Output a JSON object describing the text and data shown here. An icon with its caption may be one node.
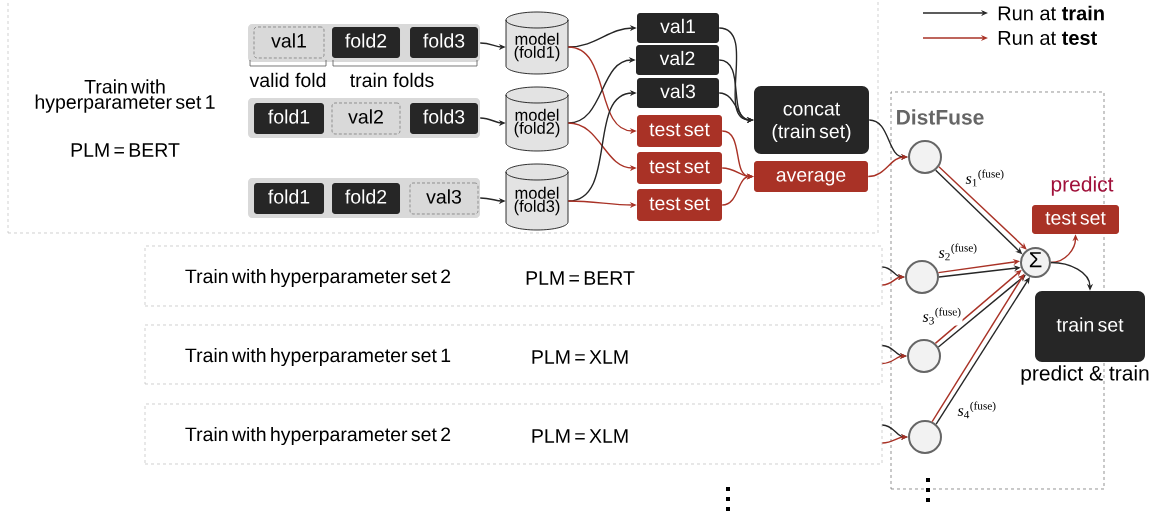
{
  "diagram": {
    "nodes": [
      {
        "text": [
          "Train with hyperparameter set 1",
          "PLM = BERT"
        ]
      },
      {
        "text": [],
        "shape": "box",
        "in": 0
      },
      {
        "text": [
          "val1"
        ],
        "in": 1
      },
      {
        "text": [
          "fold2"
        ],
        "in": 1
      },
      {
        "text": [
          "fold3"
        ],
        "in": 1
      },
      {
        "text": [],
        "shape": "box",
        "in": 0
      },
      {
        "text": [
          "fold1"
        ],
        "in": 5
      },
      {
        "text": [
          "val2"
        ],
        "in": 5
      },
      {
        "text": [
          "fold3"
        ],
        "in": 5
      },
      {
        "text": [],
        "shape": "box",
        "in": 0
      },
      {
        "text": [
          "fold1"
        ],
        "in": 9
      },
      {
        "text": [
          "fold2"
        ],
        "in": 9
      },
      {
        "text": [
          "val3"
        ],
        "in": 9
      },
      {
        "text": [
          "model (fold1)"
        ],
        "in": 0
      },
      {
        "text": [
          "model (fold2)"
        ],
        "in": 0
      },
      {
        "text": [
          "model (fold3)"
        ],
        "in": 0
      },
      {
        "text": [
          "val1"
        ],
        "in": 0
      },
      {
        "text": [
          "val2"
        ],
        "in": 0
      },
      {
        "text": [
          "val3"
        ],
        "in": 0
      },
      {
        "text": [
          "test set"
        ],
        "in": 0
      },
      {
        "text": [
          "test set"
        ],
        "in": 0
      },
      {
        "text": [
          "test set"
        ],
        "in": 0
      },
      {
        "text": [
          "concat (train set)"
        ],
        "in": 0
      },
      {
        "text": [
          "average"
        ],
        "in": 0
      },
      {
        "text": [
          "Train with hyperparameter set 2",
          "PLM = BERT"
        ]
      },
      {
        "text": [
          "Train with hyperparameter set 1",
          "PLM = XLM"
        ]
      },
      {
        "text": [
          "Train with hyperparameter set 2",
          "PLM = XLM"
        ]
      },
      {
        "text": [
          "DistFuse"
        ]
      },
      {
        "text": [],
        "shape": "circle",
        "in": 27
      },
      {
        "text": [],
        "shape": "circle",
        "in": 27
      },
      {
        "text": [],
        "shape": "circle",
        "in": 27
      },
      {
        "text": [],
        "shape": "circle",
        "in": 27
      },
      {
        "text": [
          "Σ"
        ],
        "in": 27
      },
      {
        "text": [
          "test set"
        ],
        "beside": [
          "predict"
        ]
      },
      {
        "text": [
          "train set"
        ],
        "beside": [
          "predict & train"
        ]
      }
    ],
    "edges": [
      {
        "from": 1,
        "to": 13,
        "arrow": "to"
      },
      {
        "from": 5,
        "to": 14,
        "arrow": "to"
      },
      {
        "from": 9,
        "to": 15,
        "arrow": "to"
      },
      {
        "from": 13,
        "to": 16,
        "arrow": "to"
      },
      {
        "from": 13,
        "to": 19,
        "arrow": "to",
        "color": "#a93226"
      },
      {
        "from": 14,
        "to": 17,
        "arrow": "to"
      },
      {
        "from": 14,
        "to": 20,
        "arrow": "to",
        "color": "#a93226"
      },
      {
        "from": 15,
        "to": 18,
        "arrow": "to"
      },
      {
        "from": 15,
        "to": 21,
        "arrow": "to",
        "color": "#a93226"
      },
      {
        "from": 16,
        "to": 22,
        "arrow": "to"
      },
      {
        "from": 17,
        "to": 22,
        "arrow": "to"
      },
      {
        "from": 18,
        "to": 22,
        "arrow": "to"
      },
      {
        "from": 19,
        "to": 23,
        "arrow": "to",
        "color": "#a93226"
      },
      {
        "from": 20,
        "to": 23,
        "arrow": "to",
        "color": "#a93226"
      },
      {
        "from": 21,
        "to": 23,
        "arrow": "to",
        "color": "#a93226"
      },
      {
        "from": 22,
        "to": 28,
        "arrow": "to"
      },
      {
        "from": 23,
        "to": 28,
        "arrow": "to",
        "color": "#a93226"
      },
      {
        "from": 24,
        "to": 29,
        "arrow": "to"
      },
      {
        "from": 24,
        "to": 29,
        "arrow": "to",
        "color": "#a93226"
      },
      {
        "from": 25,
        "to": 30,
        "arrow": "to"
      },
      {
        "from": 25,
        "to": 30,
        "arrow": "to",
        "color": "#a93226"
      },
      {
        "from": 26,
        "to": 31,
        "arrow": "to"
      },
      {
        "from": 26,
        "to": 31,
        "arrow": "to",
        "color": "#a93226"
      },
      {
        "from": 28,
        "to": 32,
        "arrow": "to",
        "label": "*s*$_{1}$$^{(fuse)}$"
      },
      {
        "from": 28,
        "to": 32,
        "arrow": "to",
        "color": "#a93226"
      },
      {
        "from": 29,
        "to": 32,
        "arrow": "to",
        "label": "*s*$_{2}$$^{(fuse)}$"
      },
      {
        "from": 29,
        "to": 32,
        "arrow": "to",
        "color": "#a93226"
      },
      {
        "from": 30,
        "to": 32,
        "arrow": "to",
        "label": "*s*$_{3}$$^{(fuse)}$"
      },
      {
        "from": 30,
        "to": 32,
        "arrow": "to",
        "color": "#a93226"
      },
      {
        "from": 31,
        "to": 32,
        "arrow": "to",
        "label": "*s*$_{4}$$^{(fuse)}$"
      },
      {
        "from": 31,
        "to": 32,
        "arrow": "to",
        "color": "#a93226"
      },
      {
        "from": 32,
        "to": 33,
        "arrow": "to",
        "color": "#a93226"
      },
      {
        "from": 32,
        "to": 34,
        "arrow": "to"
      }
    ],
    "labels": [
      "valid fold",
      "train folds"
    ],
    "legend": [
      {
        "text": "Run at **train**"
      },
      {
        "text": "Run at **test**"
      }
    ]
  }
}
